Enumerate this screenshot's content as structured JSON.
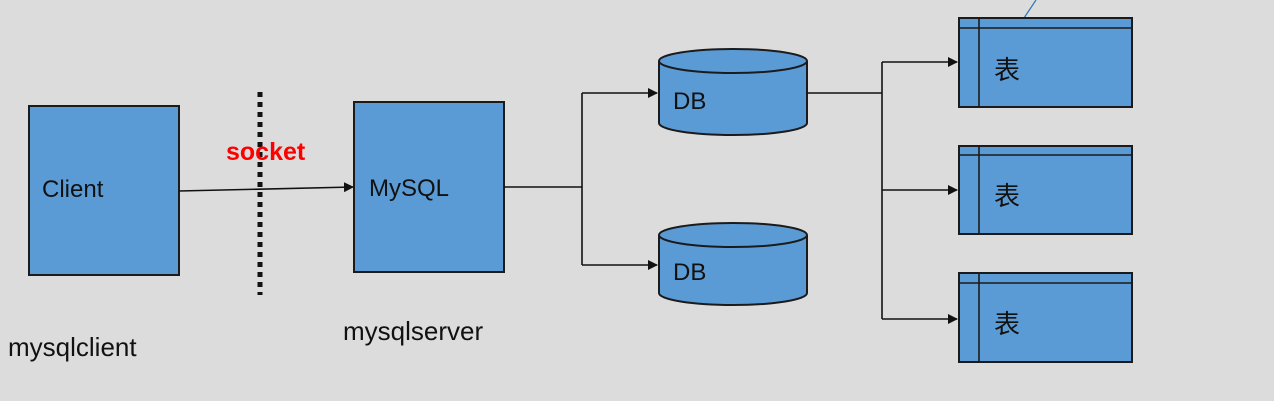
{
  "nodes": {
    "client": "Client",
    "server": "MySQL",
    "db_top": "DB",
    "db_bottom": "DB",
    "table_1": "表",
    "table_2": "表",
    "table_3": "表"
  },
  "labels": {
    "socket": "socket",
    "client_caption": "mysqlclient",
    "server_caption": "mysqlserver"
  },
  "colors": {
    "box_fill": "#5b9bd5",
    "stroke": "#1b1b1b",
    "socket_text": "#ff0000",
    "background": "#dcdcdc"
  }
}
